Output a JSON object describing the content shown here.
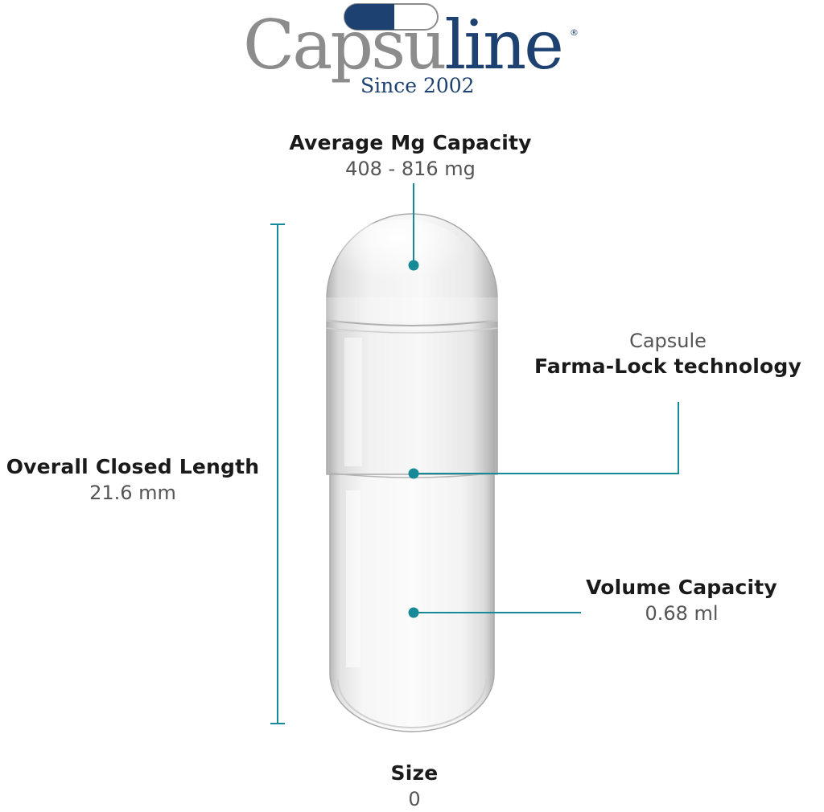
{
  "brand": {
    "name_part_a": "Capsu",
    "name_part_b": "line",
    "registered_mark": "®",
    "tagline": "Since 2002",
    "colors": {
      "gray": "#8c8c8c",
      "navy": "#1d4170"
    }
  },
  "accent_color": "#168a96",
  "specs": {
    "mg_capacity": {
      "title": "Average Mg Capacity",
      "value": "408 - 816 mg"
    },
    "overall_length": {
      "title": "Overall Closed Length",
      "value": "21.6 mm"
    },
    "lock": {
      "subtitle": "Capsule",
      "title": "Farma-Lock technology"
    },
    "volume": {
      "title": "Volume Capacity",
      "value": "0.68 ml"
    },
    "size": {
      "title": "Size",
      "value": "0"
    }
  }
}
